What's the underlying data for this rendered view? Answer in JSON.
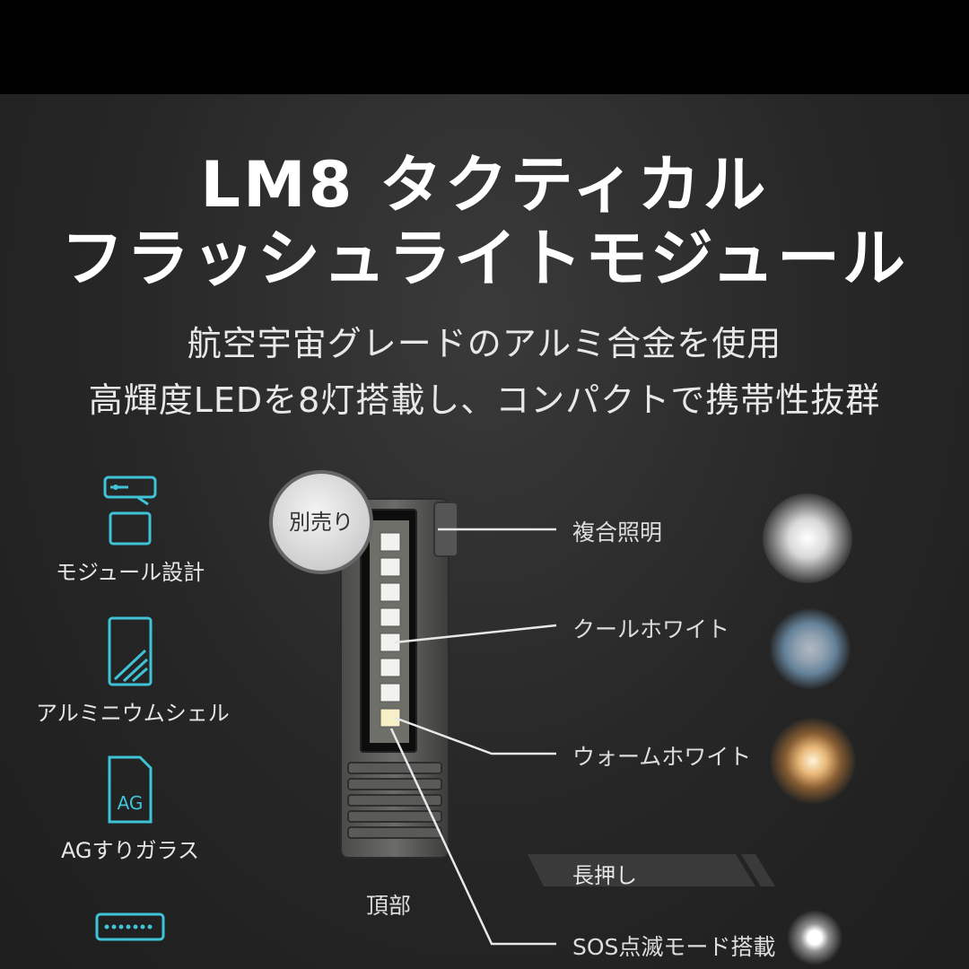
{
  "header": {
    "title_line1": "LM8 タクティカル",
    "title_line2": "フラッシュライトモジュール"
  },
  "subtitle": {
    "line1": "航空宇宙グレードのアルミ合金を使用",
    "line2": "高輝度LEDを8灯搭載し、コンパクトで携帯性抜群"
  },
  "features": [
    {
      "label": "モジュール設計",
      "icon": "module-icon"
    },
    {
      "label": "アルミニウムシェル",
      "icon": "aluminum-shell-icon"
    },
    {
      "label": "AGすりガラス",
      "icon": "ag-glass-icon",
      "icon_text": "AG"
    },
    {
      "label": "",
      "icon": "led-strip-icon"
    }
  ],
  "product": {
    "badge": "別売り",
    "top_label": "頂部"
  },
  "callouts": {
    "combined": "複合照明",
    "cool_white": "クールホワイト",
    "warm_white": "ウォームホワイト",
    "long_press": "長押し",
    "sos": "SOS点滅モード搭載"
  },
  "colors": {
    "accent": "#3fc3d6",
    "background": "#222222"
  }
}
